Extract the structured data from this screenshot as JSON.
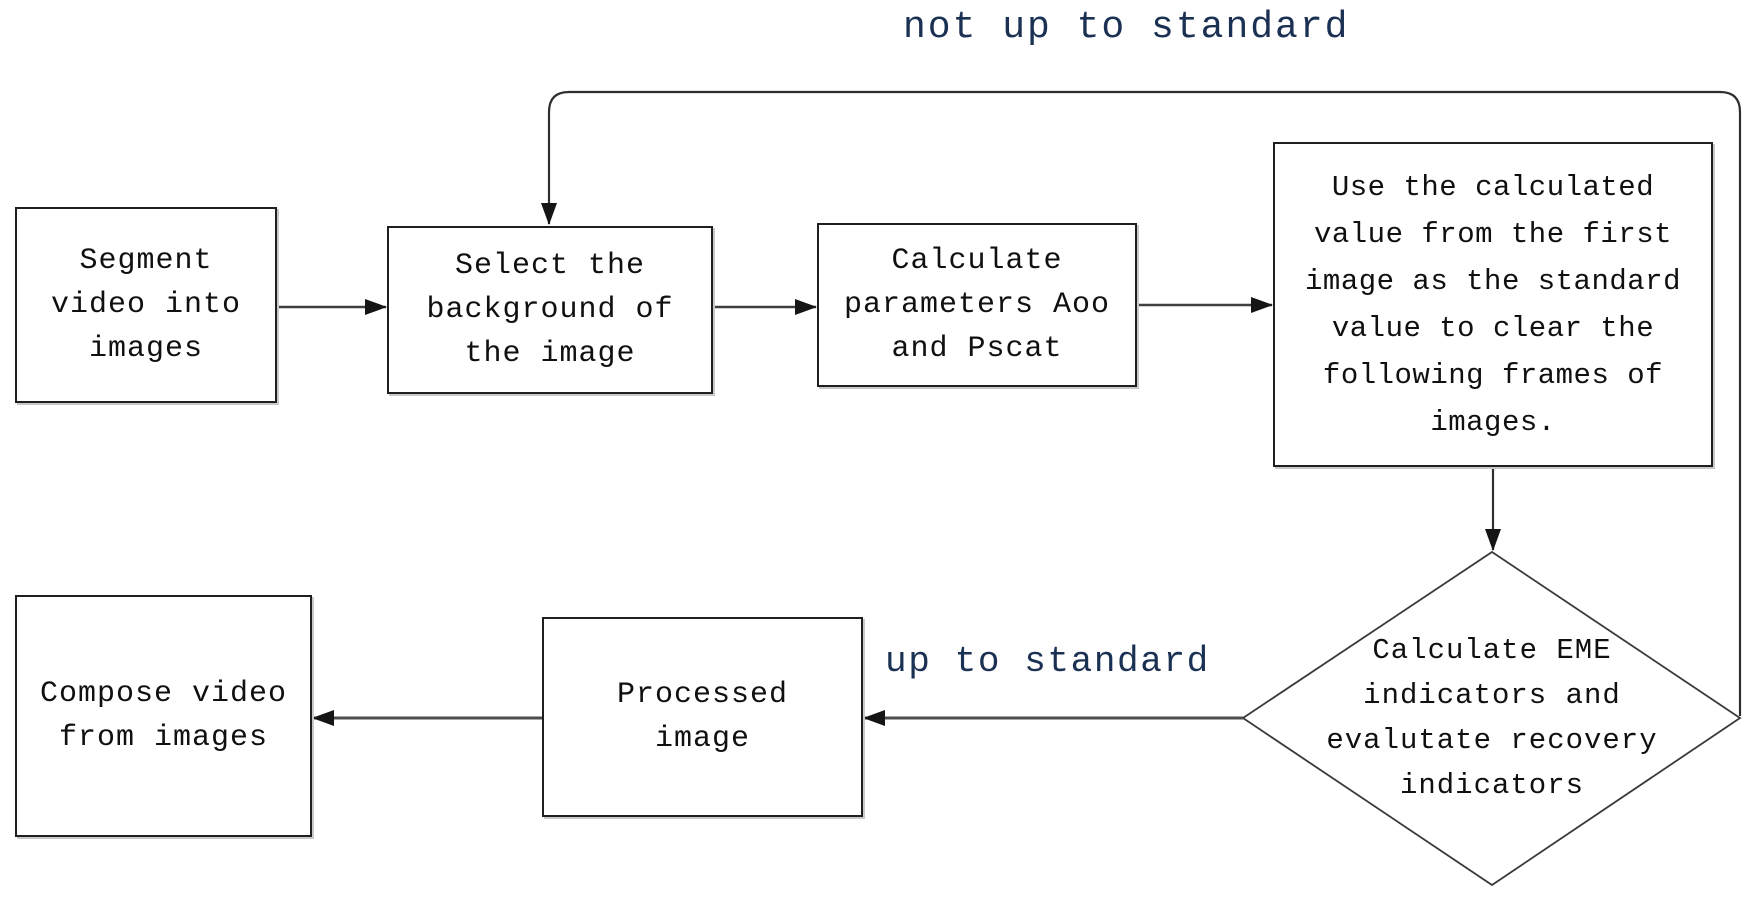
{
  "diagram": {
    "title": "video defogging flowchart",
    "colors": {
      "background": "#ffffff",
      "box_border": "#1f1f1f",
      "box_text": "#101010",
      "arrow_line": "#3f3f3f",
      "arrowhead": "#151515",
      "edge_label_text": "#1b3153"
    },
    "nodes": {
      "segment": {
        "text": "Segment\nvideo into\nimages"
      },
      "select_background": {
        "text": "Select the\nbackground of\nthe image"
      },
      "calc_params": {
        "text": "Calculate\nparameters Aoo\nand Pscat"
      },
      "use_calculated": {
        "text": "Use the calculated\nvalue from the first\nimage as the standard\nvalue to clear the\nfollowing frames of\nimages."
      },
      "decision": {
        "text": "Calculate EME\nindicators and\nevalutate recovery\nindicators"
      },
      "processed": {
        "text": "Processed\nimage"
      },
      "compose": {
        "text": "Compose video\nfrom images"
      }
    },
    "edge_labels": {
      "not_up_to_standard": "not up to standard",
      "up_to_standard": "up to standard"
    }
  }
}
